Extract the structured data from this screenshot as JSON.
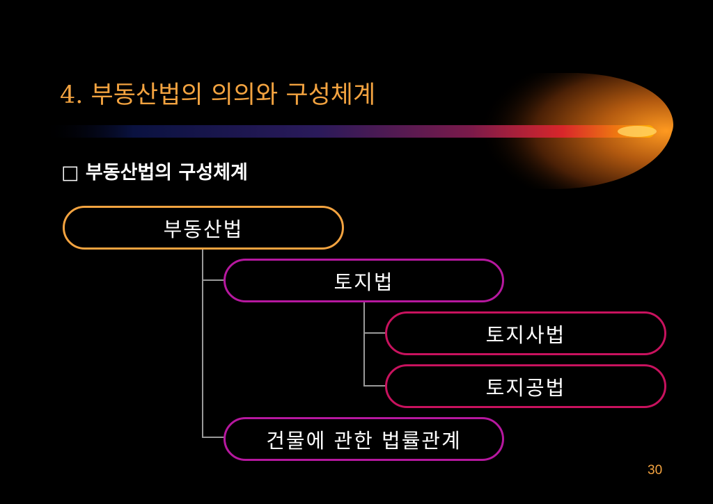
{
  "slide": {
    "title": "4. 부동산법의 의의와 구성체계",
    "subtitle": "□ 부동산법의 구성체계",
    "page_number": "30"
  },
  "tree": {
    "root": "부동산법",
    "land_law": "토지법",
    "land_private_law": "토지사법",
    "land_public_law": "토지공법",
    "building_law": "건물에 관한 법률관계"
  },
  "colors": {
    "background": "#000000",
    "title": "#f3a340",
    "root_border": "#f3a340",
    "branch_border": "#b6189f",
    "leaf_border": "#c8125e",
    "connector": "#9a9a9a"
  }
}
